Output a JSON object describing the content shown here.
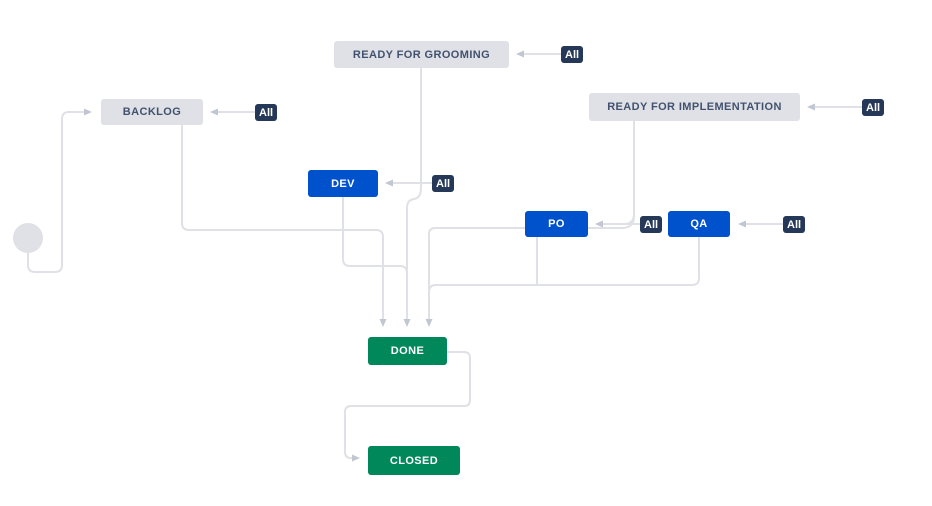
{
  "nodes": {
    "grooming": {
      "label": "READY FOR GROOMING",
      "category": "todo"
    },
    "backlog": {
      "label": "BACKLOG",
      "category": "todo"
    },
    "rfi": {
      "label": "READY FOR IMPLEMENTATION",
      "category": "todo"
    },
    "dev": {
      "label": "DEV",
      "category": "in-progress"
    },
    "po": {
      "label": "PO",
      "category": "in-progress"
    },
    "qa": {
      "label": "QA",
      "category": "in-progress"
    },
    "done": {
      "label": "DONE",
      "category": "done"
    },
    "closed": {
      "label": "CLOSED",
      "category": "done"
    }
  },
  "badge": {
    "label": "All"
  },
  "colors": {
    "status_todo_bg": "#DFE1E6",
    "status_todo_text": "#42526E",
    "status_inprogress_bg": "#0052CC",
    "status_done_bg": "#00875A",
    "status_active_text": "#FFFFFF",
    "badge_bg": "#253858",
    "badge_text": "#FFFFFF",
    "connector_line": "#DFE1E6",
    "arrowhead": "#C1C7D0",
    "start_node": "#DFE1E6"
  }
}
